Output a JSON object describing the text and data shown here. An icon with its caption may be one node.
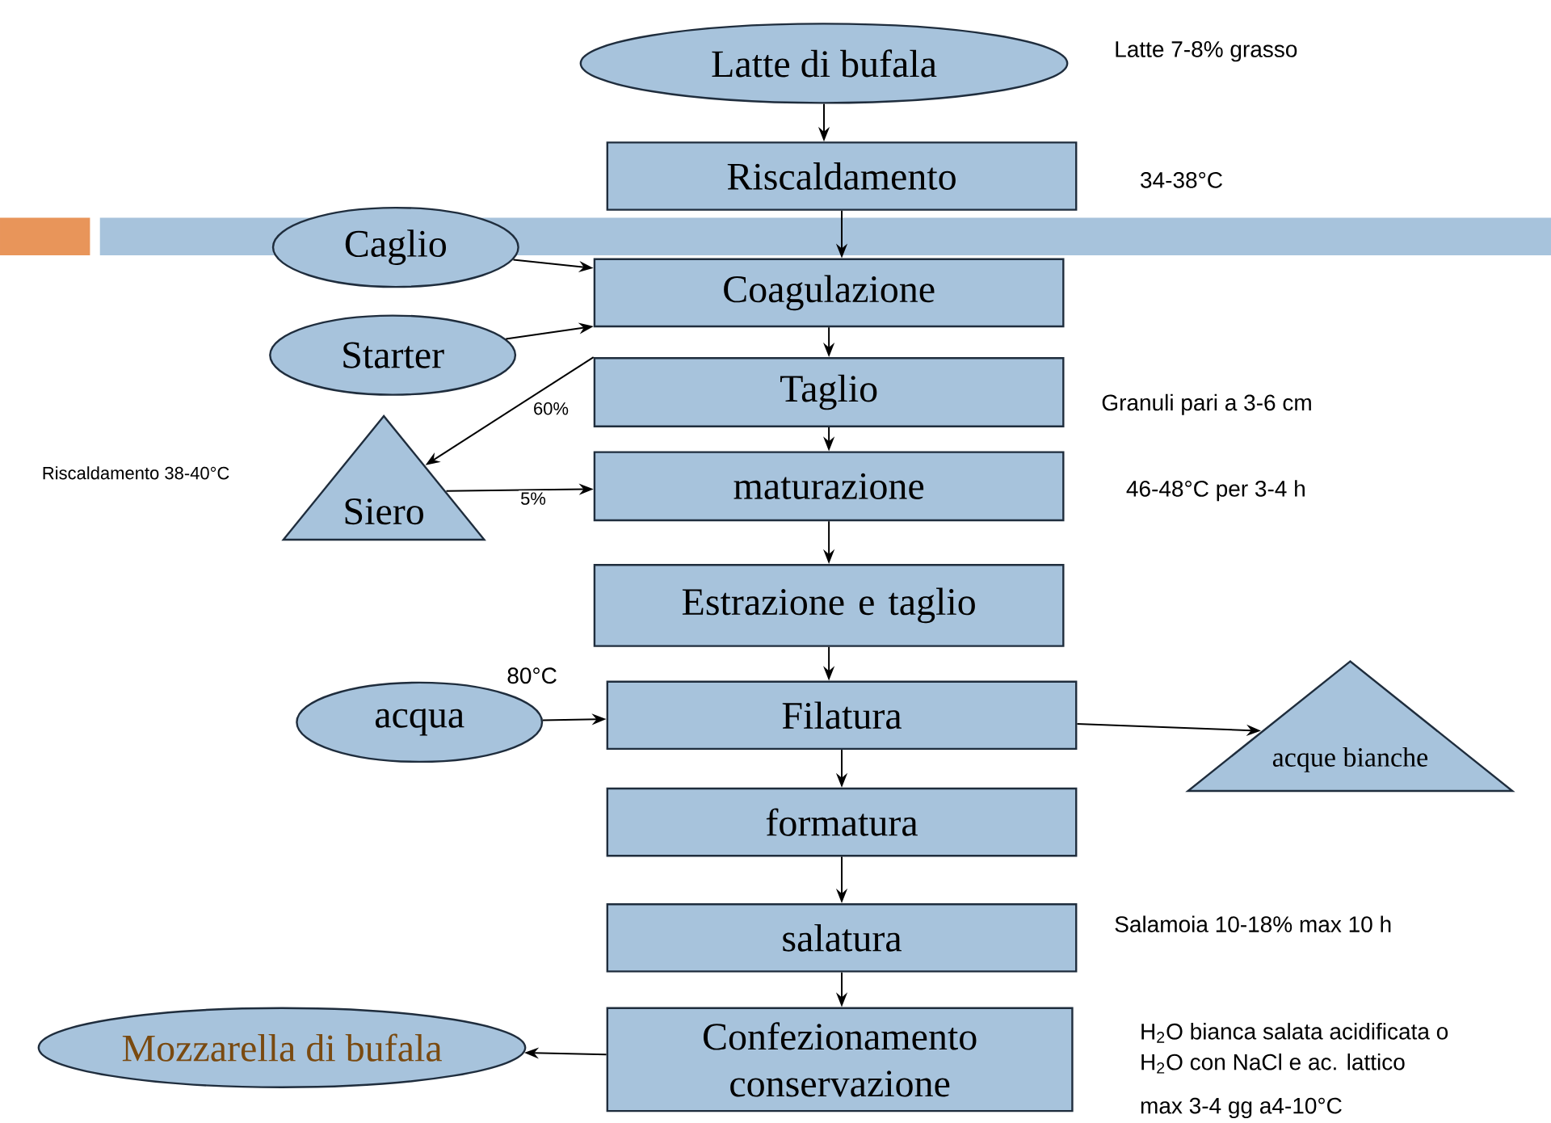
{
  "diagram": {
    "nodes": [
      {
        "text": [
          "Latte di bufala"
        ]
      },
      {
        "text": [
          "Riscaldamento"
        ]
      },
      {
        "text": [
          "Caglio"
        ]
      },
      {
        "text": [
          "Coagulazione"
        ]
      },
      {
        "text": [
          "Starter"
        ]
      },
      {
        "text": [
          "Taglio"
        ]
      },
      {
        "text": [
          "Siero"
        ]
      },
      {
        "text": [
          "maturazione"
        ]
      },
      {
        "text": [
          "Estrazione e taglio"
        ]
      },
      {
        "text": [
          "acqua"
        ]
      },
      {
        "text": [
          "Filatura"
        ]
      },
      {
        "text": [
          "acque bianche"
        ]
      },
      {
        "text": [
          "formatura"
        ]
      },
      {
        "text": [
          "salatura"
        ]
      },
      {
        "text": [
          "Confezionamento conservazione"
        ]
      },
      {
        "text": [
          "Mozzarella di bufala"
        ]
      }
    ],
    "edges": [
      {
        "from": 0,
        "to": 1,
        "arrow": "to"
      },
      {
        "from": 1,
        "to": 3,
        "arrow": "to"
      },
      {
        "from": 2,
        "to": 3,
        "arrow": "to"
      },
      {
        "from": 4,
        "to": 3,
        "arrow": "to"
      },
      {
        "from": 3,
        "to": 5,
        "arrow": "to"
      },
      {
        "from": 5,
        "to": 6,
        "arrow": "to",
        "label": "60%"
      },
      {
        "from": 6,
        "to": 7,
        "arrow": "to",
        "label": "5%"
      },
      {
        "from": 5,
        "to": 7,
        "arrow": "to"
      },
      {
        "from": 7,
        "to": 8,
        "arrow": "to"
      },
      {
        "from": 8,
        "to": 10,
        "arrow": "to"
      },
      {
        "from": 9,
        "to": 10,
        "arrow": "to"
      },
      {
        "from": 10,
        "to": 11,
        "arrow": "to"
      },
      {
        "from": 10,
        "to": 12,
        "arrow": "to"
      },
      {
        "from": 12,
        "to": 13,
        "arrow": "to"
      },
      {
        "from": 13,
        "to": 14,
        "arrow": "to"
      },
      {
        "from": 14,
        "to": 15,
        "arrow": "to"
      }
    ],
    "labels": [
      "Latte 7-8% grasso",
      "34-38°C",
      "Granuli pari a 3-6 cm",
      "Riscaldamento 38-40°C",
      "46-48°C per 3-4 h",
      "80°C",
      "Salamoia 10-18% max 10 h",
      "H$_{2}$O bianca salata acidificata o",
      "H$_{2}$O con NaCl e ac. lattico",
      "max 3-4 gg a4-10°C"
    ]
  }
}
